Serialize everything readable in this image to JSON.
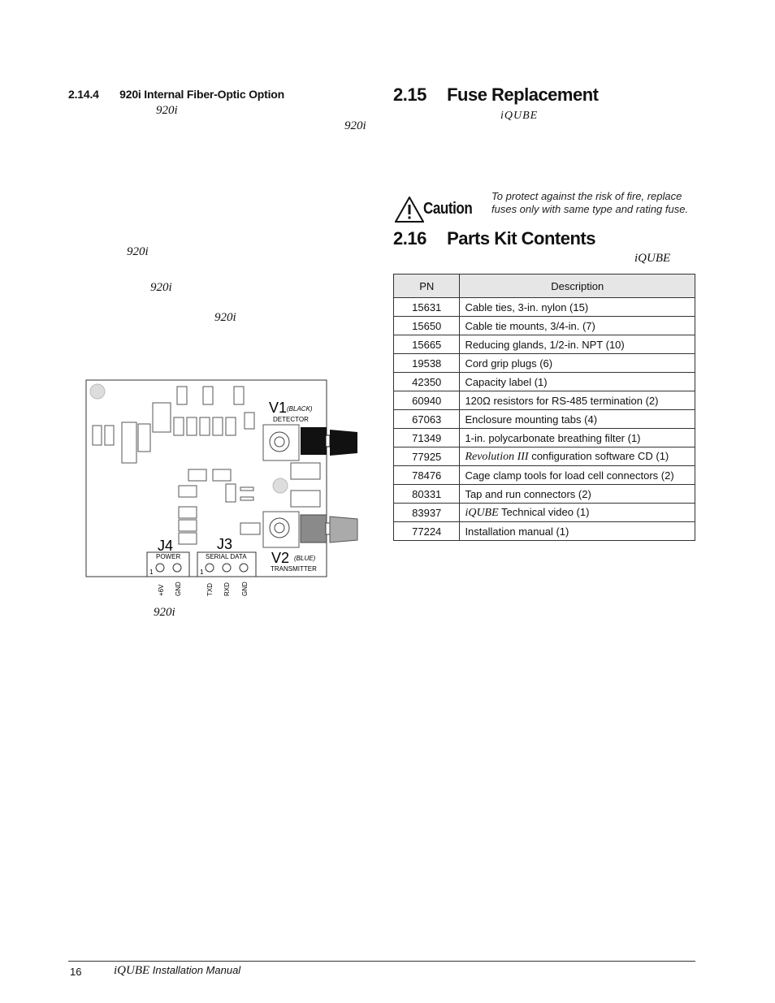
{
  "left": {
    "section_number": "2.14.4",
    "section_title": "920i Internal Fiber-Optic Option",
    "model_refs": [
      "920i",
      "920i",
      "920i",
      "920i",
      "920i"
    ],
    "figure_caption_model": "920i"
  },
  "figure": {
    "v1": {
      "label": "V1",
      "color": "(BLACK)",
      "name": "DETECTOR"
    },
    "v2": {
      "label": "V2",
      "color": "(BLUE)",
      "name": "TRANSMITTER"
    },
    "j4": {
      "label": "J4",
      "name": "POWER",
      "pins": [
        "+6V",
        "GND"
      ],
      "pin1": "1"
    },
    "j3": {
      "label": "J3",
      "name": "SERIAL DATA",
      "pins": [
        "TXD",
        "RXD",
        "GND"
      ],
      "pin1": "1"
    }
  },
  "right": {
    "fuse": {
      "number": "2.15",
      "title": "Fuse Replacement",
      "model": "iQUBE"
    },
    "caution": {
      "label": "Caution",
      "text": "To protect against the risk of fire, replace fuses only with same type and rating fuse."
    },
    "parts": {
      "number": "2.16",
      "title": "Parts Kit Contents",
      "model": "iQUBE"
    }
  },
  "parts_table": {
    "headers": [
      "PN",
      "Description"
    ],
    "rows": [
      {
        "pn": "15631",
        "desc": "Cable ties, 3-in. nylon (15)"
      },
      {
        "pn": "15650",
        "desc": "Cable tie mounts, 3/4-in. (7)"
      },
      {
        "pn": "15665",
        "desc": "Reducing glands, 1/2-in. NPT (10)"
      },
      {
        "pn": "19538",
        "desc": "Cord grip plugs (6)"
      },
      {
        "pn": "42350",
        "desc": "Capacity label (1)"
      },
      {
        "pn": "60940",
        "desc": "120Ω resistors for RS-485 termination (2)"
      },
      {
        "pn": "67063",
        "desc": "Enclosure mounting tabs (4)"
      },
      {
        "pn": "71349",
        "desc": "1-in. polycarbonate breathing filter (1)"
      },
      {
        "pn": "77925",
        "desc_em": "Revolution III",
        "desc": " configuration software CD (1)"
      },
      {
        "pn": "78476",
        "desc": "Cage clamp tools for load cell connectors (2)"
      },
      {
        "pn": "80331",
        "desc": "Tap and run connectors (2)"
      },
      {
        "pn": "83937",
        "desc_em": "iQUBE",
        "desc": " Technical video (1)"
      },
      {
        "pn": "77224",
        "desc": "Installation manual (1)"
      }
    ]
  },
  "footer": {
    "page_number": "16",
    "product": "iQUBE",
    "manual": "Installation Manual"
  }
}
